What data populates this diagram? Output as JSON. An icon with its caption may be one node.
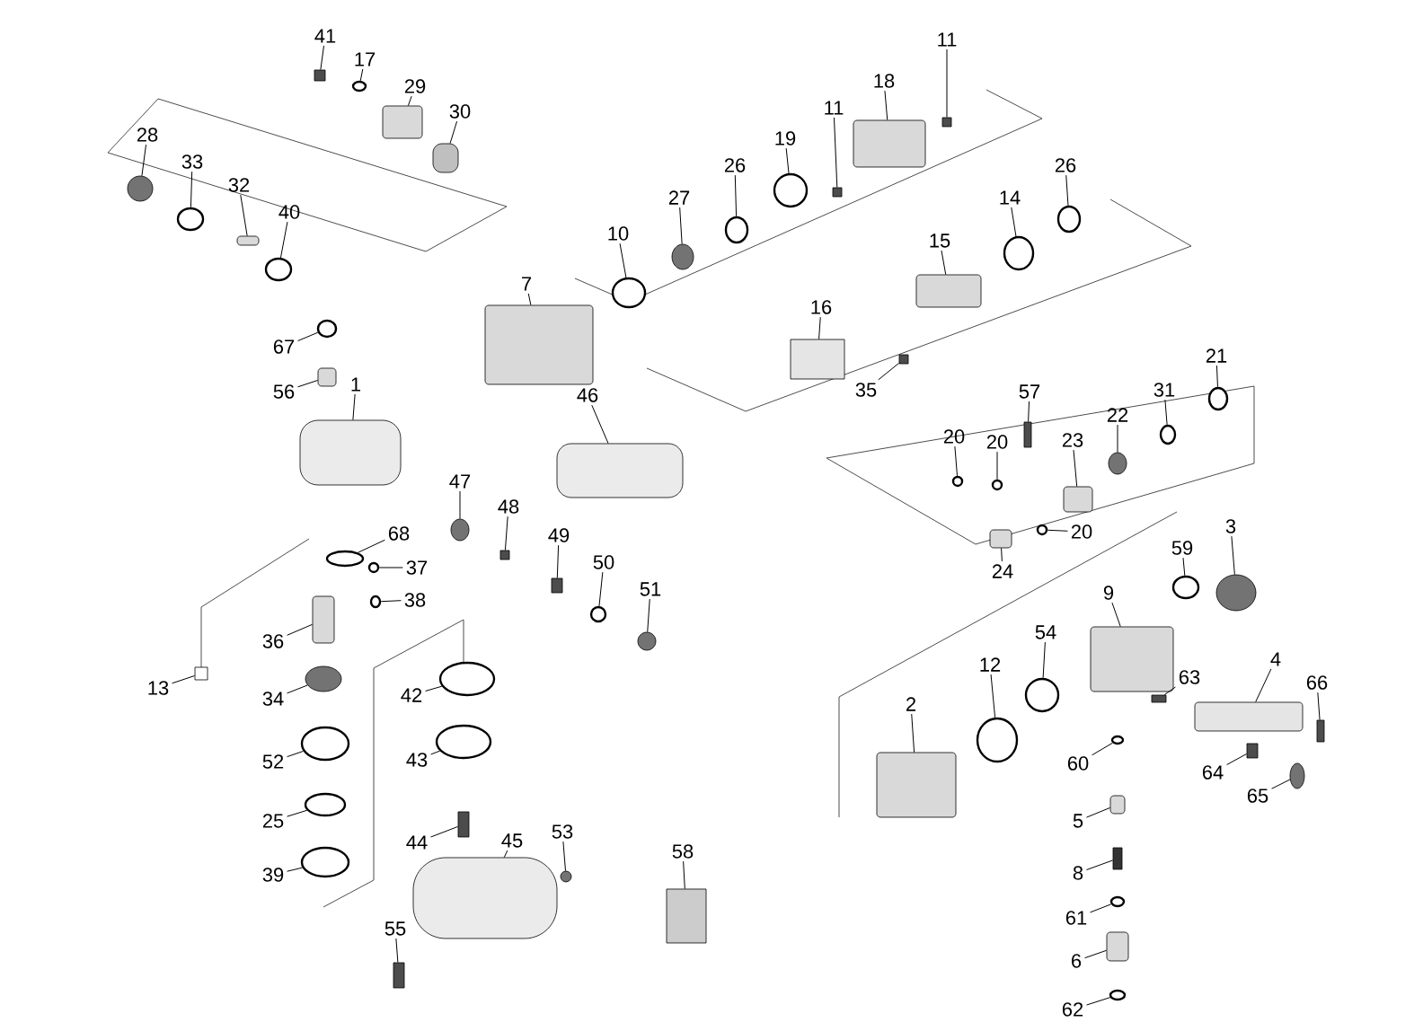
{
  "diagram": {
    "nodes": [
      {
        "text": [
          "41"
        ]
      },
      {
        "text": [],
        "shape": "box"
      },
      {
        "text": [
          "17"
        ]
      },
      {
        "text": [],
        "shape": "circle"
      },
      {
        "text": [
          "29"
        ]
      },
      {
        "text": [],
        "shape": "box"
      },
      {
        "text": [
          "30"
        ]
      },
      {
        "text": [],
        "shape": "box"
      },
      {
        "text": [
          "28"
        ]
      },
      {
        "text": [],
        "shape": "circle"
      },
      {
        "text": [
          "33"
        ]
      },
      {
        "text": [],
        "shape": "circle"
      },
      {
        "text": [
          "32"
        ]
      },
      {
        "text": [],
        "shape": "box"
      },
      {
        "text": [
          "40"
        ]
      },
      {
        "text": [],
        "shape": "circle"
      },
      {
        "text": [
          "11"
        ]
      },
      {
        "text": [],
        "shape": "box"
      },
      {
        "text": [
          "18"
        ]
      },
      {
        "text": [],
        "shape": "box"
      },
      {
        "text": [
          "11"
        ]
      },
      {
        "text": [],
        "shape": "box"
      },
      {
        "text": [
          "19"
        ]
      },
      {
        "text": [],
        "shape": "circle"
      },
      {
        "text": [
          "26"
        ]
      },
      {
        "text": [],
        "shape": "circle"
      },
      {
        "text": [
          "27"
        ]
      },
      {
        "text": [],
        "shape": "circle"
      },
      {
        "text": [
          "10"
        ]
      },
      {
        "text": [],
        "shape": "circle"
      },
      {
        "text": [
          "7"
        ]
      },
      {
        "text": [],
        "shape": "box"
      },
      {
        "text": [
          "14"
        ]
      },
      {
        "text": [],
        "shape": "circle"
      },
      {
        "text": [
          "26"
        ]
      },
      {
        "text": [],
        "shape": "circle"
      },
      {
        "text": [
          "15"
        ]
      },
      {
        "text": [],
        "shape": "box"
      },
      {
        "text": [
          "16"
        ]
      },
      {
        "text": [],
        "shape": "box"
      },
      {
        "text": [
          "35"
        ]
      },
      {
        "text": [],
        "shape": "box"
      },
      {
        "text": [
          "67"
        ]
      },
      {
        "text": [],
        "shape": "circle"
      },
      {
        "text": [
          "56"
        ]
      },
      {
        "text": [],
        "shape": "box"
      },
      {
        "text": [
          "1"
        ]
      },
      {
        "text": [],
        "shape": "box"
      },
      {
        "text": [
          "46"
        ]
      },
      {
        "text": [],
        "shape": "box"
      },
      {
        "text": [
          "21"
        ]
      },
      {
        "text": [],
        "shape": "circle"
      },
      {
        "text": [
          "57"
        ]
      },
      {
        "text": [],
        "shape": "box"
      },
      {
        "text": [
          "20"
        ]
      },
      {
        "text": [],
        "shape": "circle"
      },
      {
        "text": [
          "20"
        ]
      },
      {
        "text": [],
        "shape": "circle"
      },
      {
        "text": [
          "31"
        ]
      },
      {
        "text": [],
        "shape": "circle"
      },
      {
        "text": [
          "22"
        ]
      },
      {
        "text": [],
        "shape": "circle"
      },
      {
        "text": [
          "23"
        ]
      },
      {
        "text": [],
        "shape": "box"
      },
      {
        "text": [
          "20"
        ]
      },
      {
        "text": [],
        "shape": "circle"
      },
      {
        "text": [
          "24"
        ]
      },
      {
        "text": [],
        "shape": "box"
      },
      {
        "text": [
          "47"
        ]
      },
      {
        "text": [],
        "shape": "circle"
      },
      {
        "text": [
          "48"
        ]
      },
      {
        "text": [],
        "shape": "box"
      },
      {
        "text": [
          "49"
        ]
      },
      {
        "text": [],
        "shape": "box"
      },
      {
        "text": [
          "50"
        ]
      },
      {
        "text": [],
        "shape": "circle"
      },
      {
        "text": [
          "51"
        ]
      },
      {
        "text": [],
        "shape": "circle"
      },
      {
        "text": [
          "68"
        ]
      },
      {
        "text": [],
        "shape": "circle"
      },
      {
        "text": [
          "37"
        ]
      },
      {
        "text": [],
        "shape": "circle"
      },
      {
        "text": [
          "38"
        ]
      },
      {
        "text": [],
        "shape": "circle"
      },
      {
        "text": [
          "36"
        ]
      },
      {
        "text": [],
        "shape": "box"
      },
      {
        "text": [
          "13"
        ]
      },
      {
        "text": [],
        "shape": "box"
      },
      {
        "text": [
          "34"
        ]
      },
      {
        "text": [],
        "shape": "circle"
      },
      {
        "text": [
          "52"
        ]
      },
      {
        "text": [],
        "shape": "circle"
      },
      {
        "text": [
          "25"
        ]
      },
      {
        "text": [],
        "shape": "circle"
      },
      {
        "text": [
          "39"
        ]
      },
      {
        "text": [],
        "shape": "circle"
      },
      {
        "text": [
          "42"
        ]
      },
      {
        "text": [],
        "shape": "circle"
      },
      {
        "text": [
          "43"
        ]
      },
      {
        "text": [],
        "shape": "circle"
      },
      {
        "text": [
          "44"
        ]
      },
      {
        "text": [],
        "shape": "box"
      },
      {
        "text": [
          "45"
        ]
      },
      {
        "text": [],
        "shape": "box"
      },
      {
        "text": [
          "53"
        ]
      },
      {
        "text": [],
        "shape": "circle"
      },
      {
        "text": [
          "55"
        ]
      },
      {
        "text": [],
        "shape": "box"
      },
      {
        "text": [
          "58"
        ]
      },
      {
        "text": [],
        "shape": "box"
      },
      {
        "text": [
          "59"
        ]
      },
      {
        "text": [],
        "shape": "circle"
      },
      {
        "text": [
          "3"
        ]
      },
      {
        "text": [],
        "shape": "circle"
      },
      {
        "text": [
          "9"
        ]
      },
      {
        "text": [],
        "shape": "box"
      },
      {
        "text": [
          "54"
        ]
      },
      {
        "text": [],
        "shape": "circle"
      },
      {
        "text": [
          "12"
        ]
      },
      {
        "text": [],
        "shape": "circle"
      },
      {
        "text": [
          "2"
        ]
      },
      {
        "text": [],
        "shape": "box"
      },
      {
        "text": [
          "63"
        ]
      },
      {
        "text": [],
        "shape": "box"
      },
      {
        "text": [
          "4"
        ]
      },
      {
        "text": [],
        "shape": "box"
      },
      {
        "text": [
          "66"
        ]
      },
      {
        "text": [],
        "shape": "box"
      },
      {
        "text": [
          "64"
        ]
      },
      {
        "text": [],
        "shape": "box"
      },
      {
        "text": [
          "65"
        ]
      },
      {
        "text": [],
        "shape": "circle"
      },
      {
        "text": [
          "60"
        ]
      },
      {
        "text": [],
        "shape": "circle"
      },
      {
        "text": [
          "5"
        ]
      },
      {
        "text": [],
        "shape": "box"
      },
      {
        "text": [
          "8"
        ]
      },
      {
        "text": [],
        "shape": "box"
      },
      {
        "text": [
          "61"
        ]
      },
      {
        "text": [],
        "shape": "circle"
      },
      {
        "text": [
          "6"
        ]
      },
      {
        "text": [],
        "shape": "box"
      },
      {
        "text": [
          "62"
        ]
      },
      {
        "text": [],
        "shape": "circle"
      }
    ],
    "edges": [
      {
        "from": 0,
        "to": 1,
        "arrow": "none"
      },
      {
        "from": 2,
        "to": 3,
        "arrow": "none"
      },
      {
        "from": 4,
        "to": 5,
        "arrow": "none"
      },
      {
        "from": 6,
        "to": 7,
        "arrow": "none"
      },
      {
        "from": 8,
        "to": 9,
        "arrow": "none"
      },
      {
        "from": 10,
        "to": 11,
        "arrow": "none"
      },
      {
        "from": 12,
        "to": 13,
        "arrow": "none"
      },
      {
        "from": 14,
        "to": 15,
        "arrow": "none"
      },
      {
        "from": 16,
        "to": 17,
        "arrow": "none"
      },
      {
        "from": 18,
        "to": 19,
        "arrow": "none"
      },
      {
        "from": 20,
        "to": 21,
        "arrow": "none"
      },
      {
        "from": 22,
        "to": 23,
        "arrow": "none"
      },
      {
        "from": 24,
        "to": 25,
        "arrow": "none"
      },
      {
        "from": 26,
        "to": 27,
        "arrow": "none"
      },
      {
        "from": 28,
        "to": 29,
        "arrow": "none"
      },
      {
        "from": 30,
        "to": 31,
        "arrow": "none"
      },
      {
        "from": 32,
        "to": 33,
        "arrow": "none"
      },
      {
        "from": 34,
        "to": 35,
        "arrow": "none"
      },
      {
        "from": 36,
        "to": 37,
        "arrow": "none"
      },
      {
        "from": 38,
        "to": 39,
        "arrow": "none"
      },
      {
        "from": 40,
        "to": 41,
        "arrow": "none"
      },
      {
        "from": 42,
        "to": 43,
        "arrow": "none"
      },
      {
        "from": 44,
        "to": 45,
        "arrow": "none"
      },
      {
        "from": 46,
        "to": 47,
        "arrow": "none"
      },
      {
        "from": 48,
        "to": 49,
        "arrow": "none"
      },
      {
        "from": 50,
        "to": 51,
        "arrow": "none"
      },
      {
        "from": 52,
        "to": 53,
        "arrow": "none"
      },
      {
        "from": 54,
        "to": 55,
        "arrow": "none"
      },
      {
        "from": 56,
        "to": 57,
        "arrow": "none"
      },
      {
        "from": 58,
        "to": 59,
        "arrow": "none"
      },
      {
        "from": 60,
        "to": 61,
        "arrow": "none"
      },
      {
        "from": 62,
        "to": 63,
        "arrow": "none"
      },
      {
        "from": 64,
        "to": 65,
        "arrow": "none"
      },
      {
        "from": 66,
        "to": 67,
        "arrow": "none"
      },
      {
        "from": 68,
        "to": 69,
        "arrow": "none"
      },
      {
        "from": 70,
        "to": 71,
        "arrow": "none"
      },
      {
        "from": 72,
        "to": 73,
        "arrow": "none"
      },
      {
        "from": 74,
        "to": 75,
        "arrow": "none"
      },
      {
        "from": 76,
        "to": 77,
        "arrow": "none"
      },
      {
        "from": 78,
        "to": 79,
        "arrow": "none"
      },
      {
        "from": 80,
        "to": 81,
        "arrow": "none"
      },
      {
        "from": 82,
        "to": 83,
        "arrow": "none"
      },
      {
        "from": 84,
        "to": 85,
        "arrow": "none"
      },
      {
        "from": 86,
        "to": 87,
        "arrow": "none"
      },
      {
        "from": 88,
        "to": 89,
        "arrow": "none"
      },
      {
        "from": 90,
        "to": 91,
        "arrow": "none"
      },
      {
        "from": 92,
        "to": 93,
        "arrow": "none"
      },
      {
        "from": 94,
        "to": 95,
        "arrow": "none"
      },
      {
        "from": 96,
        "to": 97,
        "arrow": "none"
      },
      {
        "from": 98,
        "to": 99,
        "arrow": "none"
      },
      {
        "from": 100,
        "to": 101,
        "arrow": "none"
      },
      {
        "from": 102,
        "to": 103,
        "arrow": "none"
      },
      {
        "from": 104,
        "to": 105,
        "arrow": "none"
      },
      {
        "from": 106,
        "to": 107,
        "arrow": "none"
      },
      {
        "from": 108,
        "to": 109,
        "arrow": "none"
      },
      {
        "from": 110,
        "to": 111,
        "arrow": "none"
      },
      {
        "from": 112,
        "to": 113,
        "arrow": "none"
      },
      {
        "from": 114,
        "to": 115,
        "arrow": "none"
      },
      {
        "from": 116,
        "to": 117,
        "arrow": "none"
      },
      {
        "from": 118,
        "to": 119,
        "arrow": "none"
      },
      {
        "from": 120,
        "to": 121,
        "arrow": "none"
      },
      {
        "from": 122,
        "to": 123,
        "arrow": "none"
      },
      {
        "from": 124,
        "to": 125,
        "arrow": "none"
      },
      {
        "from": 126,
        "to": 127,
        "arrow": "none"
      },
      {
        "from": 128,
        "to": 129,
        "arrow": "none"
      },
      {
        "from": 130,
        "to": 131,
        "arrow": "none"
      },
      {
        "from": 132,
        "to": 133,
        "arrow": "none"
      },
      {
        "from": 134,
        "to": 135,
        "arrow": "none"
      },
      {
        "from": 136,
        "to": 137,
        "arrow": "none"
      },
      {
        "from": 138,
        "to": 139,
        "arrow": "none"
      },
      {
        "from": 140,
        "to": 141,
        "arrow": "none"
      },
      {
        "from": 142,
        "to": 143,
        "arrow": "none"
      }
    ]
  }
}
